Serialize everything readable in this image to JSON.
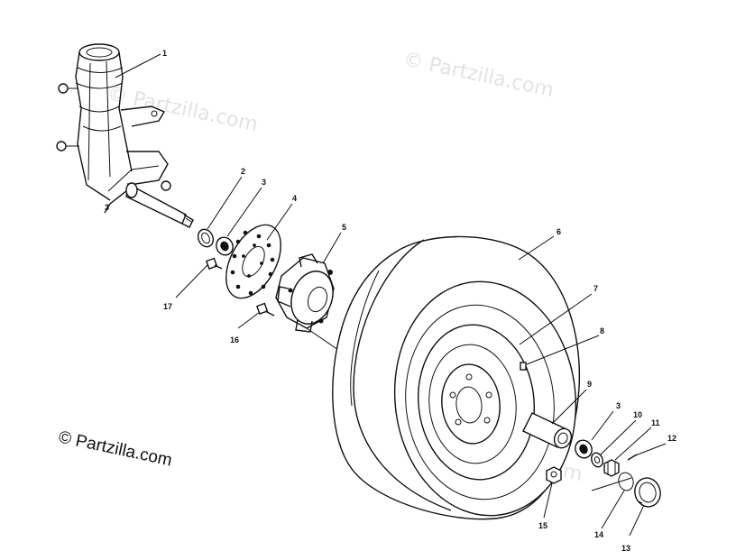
{
  "watermark_text": "© Partzilla.com",
  "copyright_text": "© Partzilla.com",
  "callouts": [
    "1",
    "2",
    "3",
    "4",
    "5",
    "6",
    "7",
    "8",
    "9",
    "3",
    "10",
    "11",
    "12",
    "13",
    "14",
    "15",
    "16",
    "17"
  ],
  "parts": [
    {
      "id": "spindle",
      "callout": "1"
    },
    {
      "id": "inner-seal",
      "callout": "2"
    },
    {
      "id": "inner-bearing",
      "callout": "3"
    },
    {
      "id": "brake-disc",
      "callout": "4"
    },
    {
      "id": "hub",
      "callout": "5"
    },
    {
      "id": "tire",
      "callout": "6"
    },
    {
      "id": "rim",
      "callout": "7"
    },
    {
      "id": "valve-stem",
      "callout": "8"
    },
    {
      "id": "spacer-sleeve",
      "callout": "9"
    },
    {
      "id": "outer-bearing",
      "callout": "3"
    },
    {
      "id": "washer",
      "callout": "10"
    },
    {
      "id": "castle-nut",
      "callout": "11"
    },
    {
      "id": "cotter-pin",
      "callout": "12"
    },
    {
      "id": "hub-cap",
      "callout": "13"
    },
    {
      "id": "o-ring",
      "callout": "14"
    },
    {
      "id": "lug-nut",
      "callout": "15"
    },
    {
      "id": "hub-bolt",
      "callout": "16"
    },
    {
      "id": "disc-bolt",
      "callout": "17"
    }
  ]
}
